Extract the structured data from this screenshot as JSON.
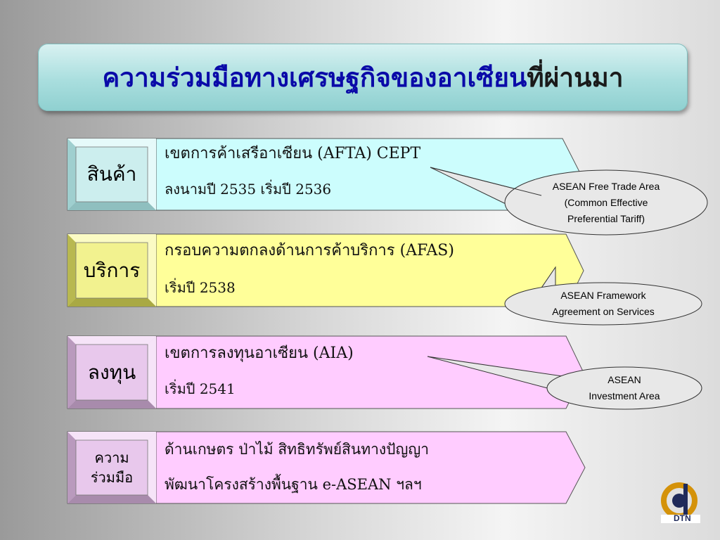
{
  "title": {
    "part1": "ความร่วมมือทางเศรษฐกิจของอาเซียน",
    "part2": "ที่ผ่านมา"
  },
  "rows": [
    {
      "label": "สินค้า",
      "line1": "เขตการค้าเสรีอาเซียน (AFTA) CEPT",
      "line2": "ลงนามปี 2535 เริ่มปี 2536",
      "color": "#ccfdfd",
      "bevel": "#cceeee"
    },
    {
      "label": "บริการ",
      "line1": "กรอบความตกลงด้านการค้าบริการ (AFAS)",
      "line2": "เริ่มปี 2538",
      "color": "#ffff99",
      "bevel": "#eeee88"
    },
    {
      "label": "ลงทุน",
      "line1": "เขตการลงทุนอาเซียน (AIA)",
      "line2": "เริ่มปี 2541",
      "color": "#ffccff",
      "bevel": "#e6c4ea"
    },
    {
      "label_line1": "ความ",
      "label_line2": "ร่วมมือ",
      "line1": "ด้านเกษตร ป่าไม้ สิทธิทรัพย์สินทางปัญญา",
      "line2": "พัฒนาโครงสร้างพื้นฐาน  e-ASEAN  ฯลฯ",
      "color": "#ffccff",
      "bevel": "#e6c4ea"
    }
  ],
  "callouts": [
    {
      "line1": "ASEAN Free Trade Area",
      "line2": "(Common Effective",
      "line3": "Preferential Tariff)"
    },
    {
      "line1": "ASEAN Framework",
      "line2": "Agreement  on Services"
    },
    {
      "line1": "ASEAN",
      "line2": "Investment Area"
    }
  ],
  "logo": {
    "text": "DTN",
    "icon": "dtn-logo-icon",
    "accent": "#d4920a"
  }
}
